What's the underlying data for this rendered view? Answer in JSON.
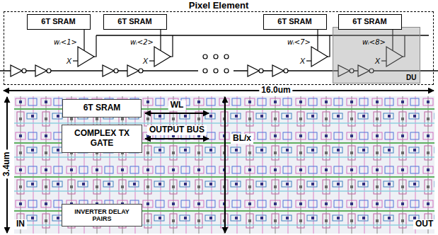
{
  "diagram": {
    "nodes": [
      {
        "text": [
          "Pixel Element"
        ]
      },
      {
        "text": [
          "6T SRAM"
        ],
        "in": 0
      },
      {
        "text": [
          "6T SRAM"
        ],
        "in": 0
      },
      {
        "text": [
          "6T SRAM"
        ],
        "in": 0
      },
      {
        "text": [
          "6T SRAM"
        ],
        "in": 0
      },
      {
        "text": [
          "DU"
        ],
        "in": 0
      },
      {
        "text": [
          "6T SRAM"
        ]
      },
      {
        "text": [
          "COMPLEX TX GATE"
        ]
      },
      {
        "text": [
          "INVERTER DELAY PAIRS"
        ]
      }
    ],
    "labels": [
      "wᵢ<1>",
      "X",
      "wᵢ<2>",
      "X",
      "wᵢ<7>",
      "X",
      "wᵢ<8>",
      "X",
      "16.0um",
      "3.4um",
      "WL",
      "OUTPUT BUS",
      "BL/x",
      "IN",
      "OUT"
    ]
  }
}
